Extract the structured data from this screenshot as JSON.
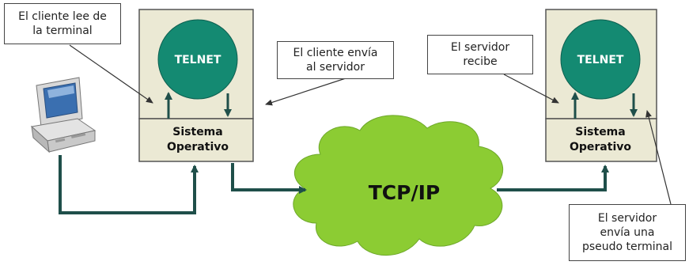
{
  "colors": {
    "box_fill": "#ebe9d4",
    "box_stroke": "#555555",
    "circle_fill": "#148a72",
    "cloud_fill": "#8ccc33",
    "connector": "#1f4f4a",
    "annotation_line": "#333333"
  },
  "icons": {
    "terminal": "computer-terminal-icon"
  },
  "client": {
    "app_label": "TELNET",
    "os_label_line1": "Sistema",
    "os_label_line2": "Operativo"
  },
  "server": {
    "app_label": "TELNET",
    "os_label_line1": "Sistema",
    "os_label_line2": "Operativo"
  },
  "network": {
    "label": "TCP/IP"
  },
  "callouts": {
    "client_reads": {
      "line1": "El cliente lee de",
      "line2": "la terminal"
    },
    "client_sends": {
      "line1": "El cliente envía",
      "line2": "al servidor"
    },
    "server_receives": {
      "line1": "El servidor",
      "line2": "recibe"
    },
    "server_sends": {
      "line1": "El servidor",
      "line2": "envía una",
      "line3": "pseudo terminal"
    }
  }
}
